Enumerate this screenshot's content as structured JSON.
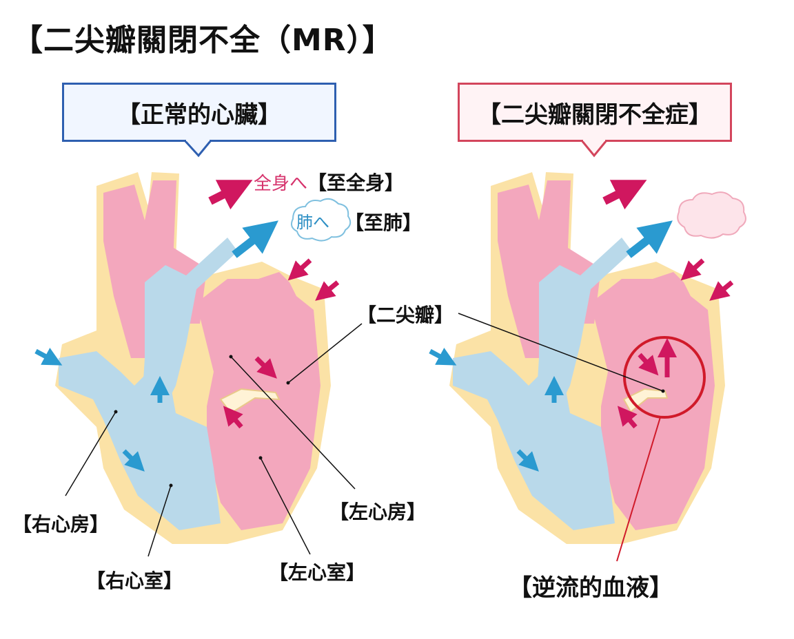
{
  "title": "【二尖瓣關閉不全（MR）】",
  "normal_heart": {
    "callout": "【正常的心臟】",
    "to_body_jp": "全身へ",
    "to_body_cn": "【至全身】",
    "to_lung_jp": "肺へ",
    "to_lung_cn": "【至肺】",
    "mitral_valve": "【二尖瓣】",
    "right_atrium": "【右心房】",
    "right_ventricle": "【右心室】",
    "left_atrium": "【左心房】",
    "left_ventricle": "【左心室】"
  },
  "mr_heart": {
    "callout": "【二尖瓣關閉不全症】",
    "regurgitation": "【逆流的血液】"
  },
  "colors": {
    "artery_pink": "#f3a7bd",
    "vein_blue": "#b9d9ea",
    "fat_yellow": "#fbe2a6",
    "arrow_magenta": "#d0175f",
    "arrow_blue": "#2a9ad0",
    "callout_blue": "#2e5fb0",
    "callout_red": "#d3455c",
    "highlight_red": "#d01a2a"
  }
}
